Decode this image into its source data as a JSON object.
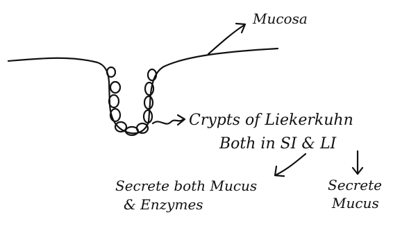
{
  "labels": {
    "mucosa": "Mucosa",
    "crypts": "Crypts of Liekerkuhn",
    "both": "Both in SI & LI",
    "secrete_both_line1": "Secrete both Mucus",
    "secrete_both_line2": "& Enzymes",
    "secrete_mucus_line1": "Secrete",
    "secrete_mucus_line2": "Mucus"
  }
}
